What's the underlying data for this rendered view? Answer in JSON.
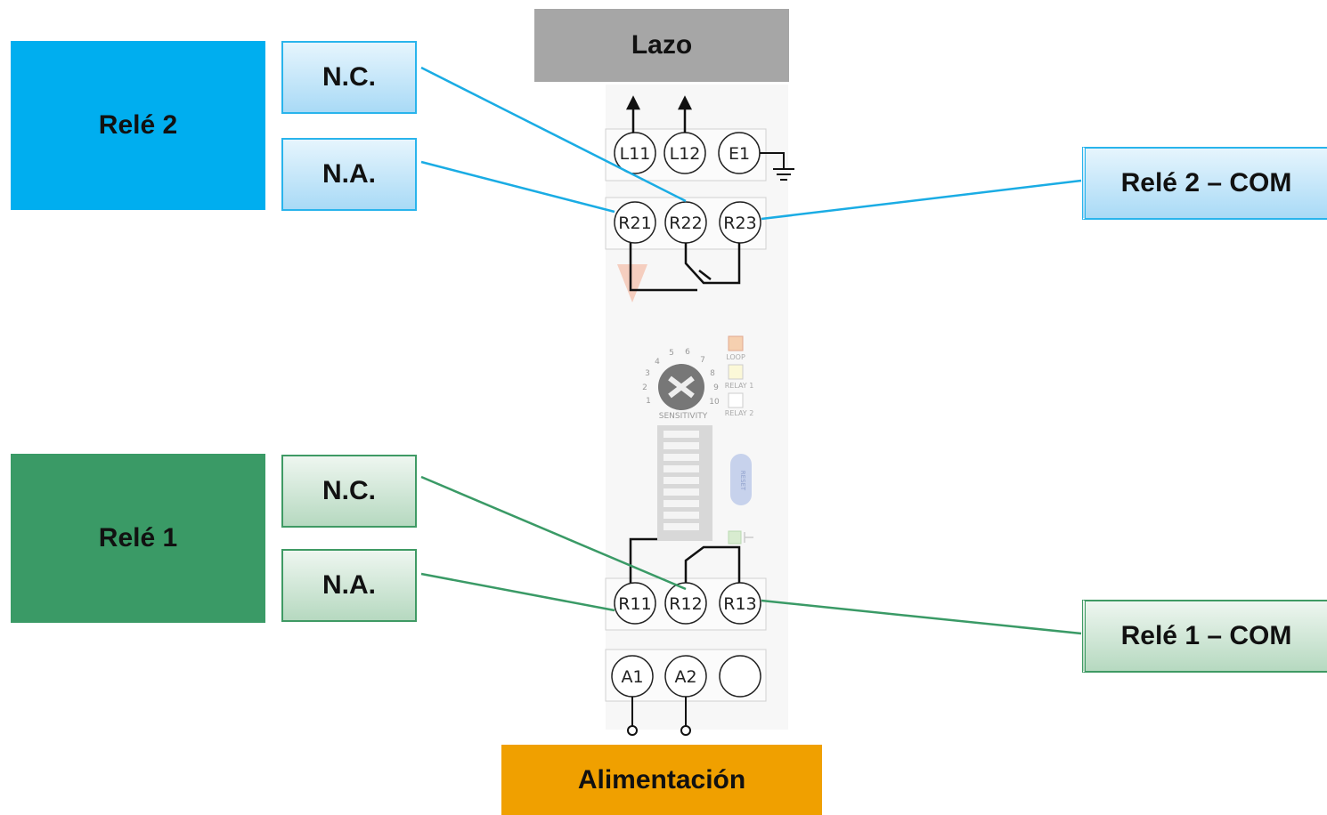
{
  "top_label": "Lazo",
  "bottom_label": "Alimentación",
  "relay2": {
    "name": "Relé 2",
    "nc": "N.C.",
    "na": "N.A.",
    "com": "Relé 2 – COM"
  },
  "relay1": {
    "name": "Relé 1",
    "nc": "N.C.",
    "na": "N.A.",
    "com": "Relé 1 – COM"
  },
  "terminals": {
    "top": [
      "L11",
      "L12",
      "E1"
    ],
    "relay2": [
      "R21",
      "R22",
      "R23"
    ],
    "relay1": [
      "R11",
      "R12",
      "R13"
    ],
    "power": [
      "A1",
      "A2"
    ]
  },
  "module": {
    "sensitivity_label": "SENSITIVITY",
    "dial_numbers": [
      "1",
      "2",
      "3",
      "4",
      "5",
      "6",
      "7",
      "8",
      "9",
      "10"
    ],
    "leds": [
      "LOOP",
      "RELAY 1",
      "RELAY 2"
    ],
    "reset_label": "RESET"
  },
  "colors": {
    "relay2_accent": "#00aeef",
    "relay1_accent": "#3a9a66",
    "lazo_gray": "#a6a6a6",
    "power_orange": "#f0a000"
  }
}
